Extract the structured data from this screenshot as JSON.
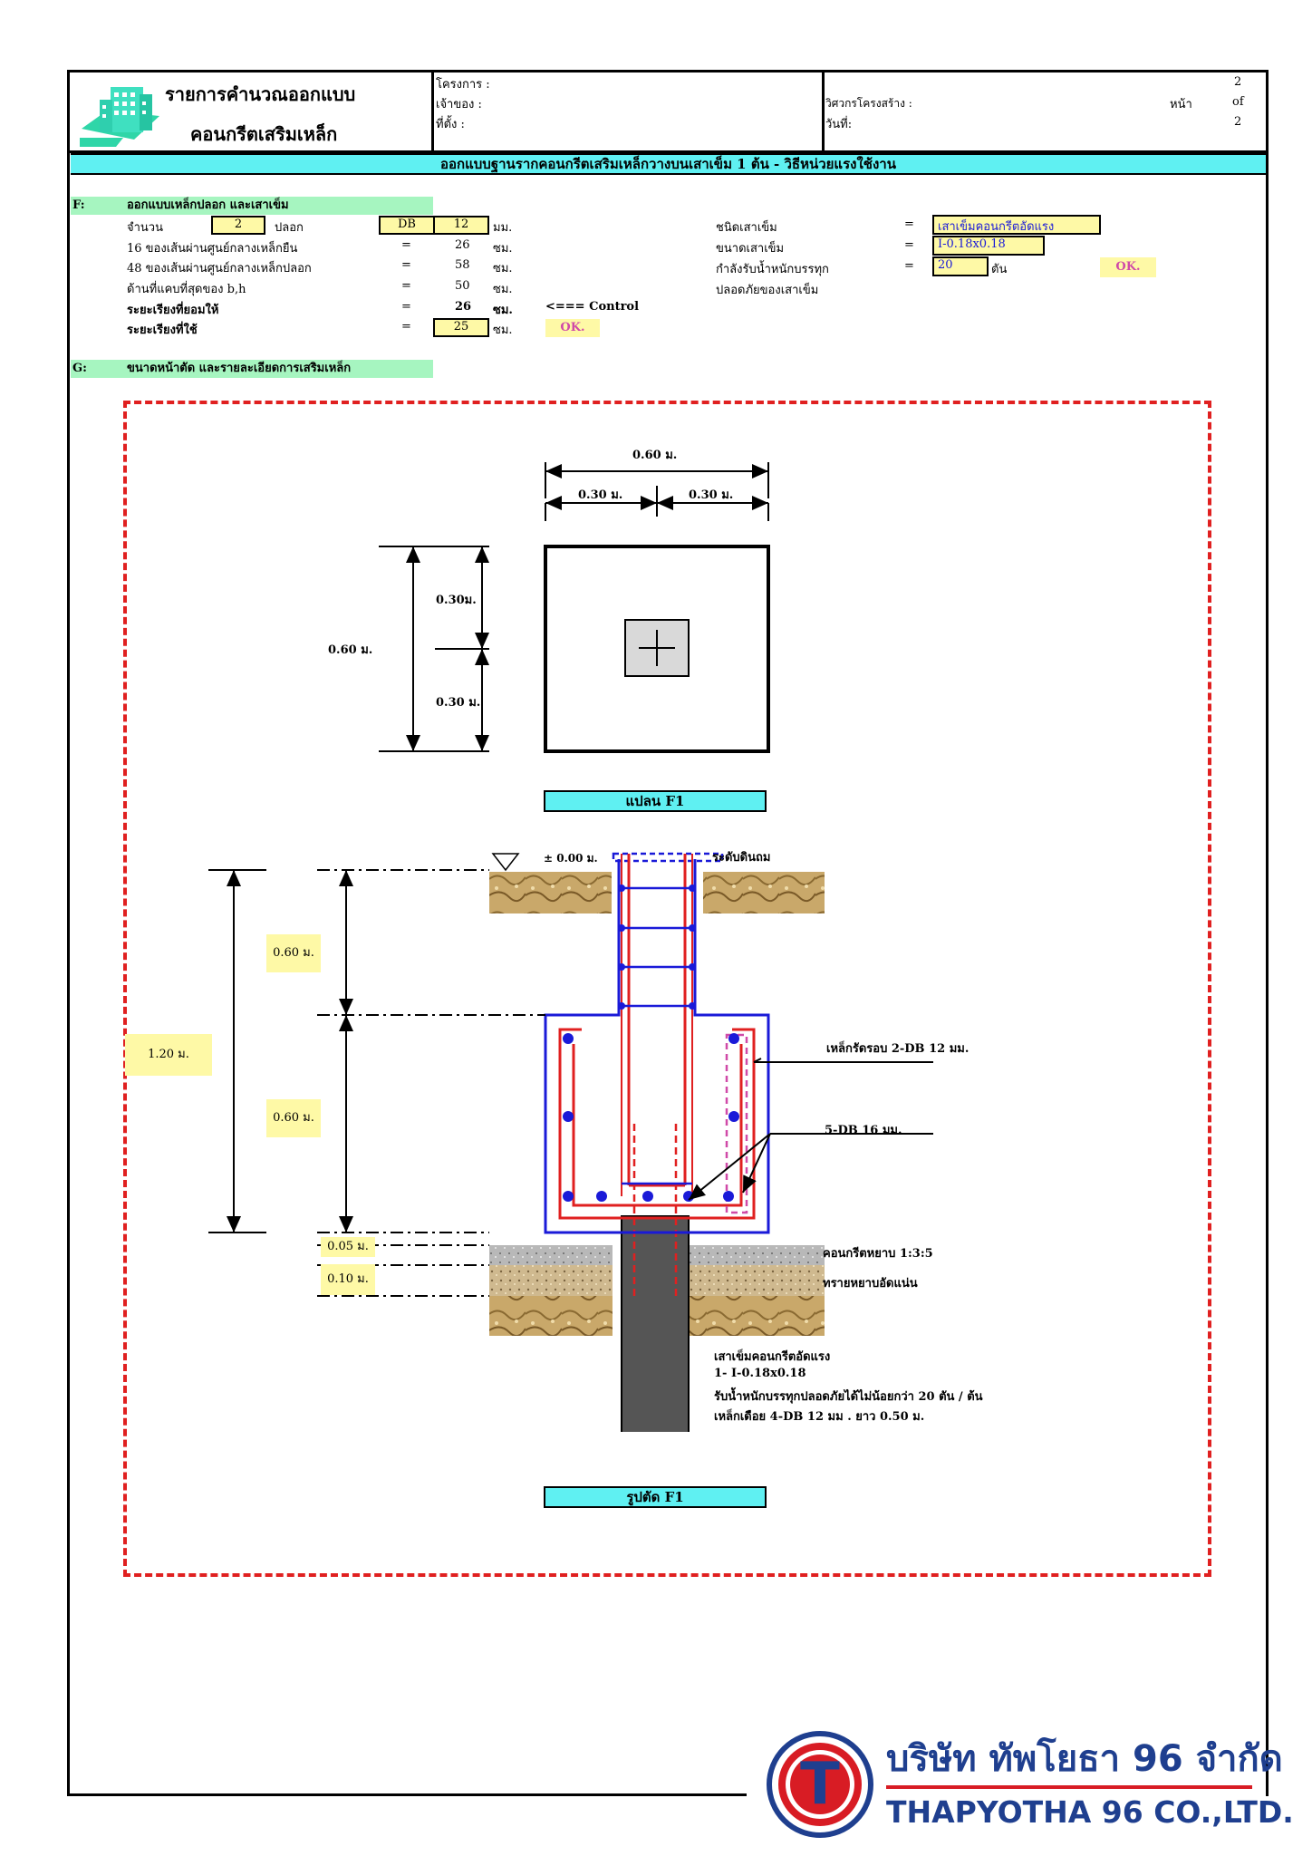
{
  "header": {
    "title_line1": "รายการคำนวณออกแบบ",
    "title_line2": "คอนกรีตเสริมเหล็ก",
    "project_label": "โครงการ :",
    "owner_label": "เจ้าของ :",
    "location_label": "ที่ตั้ง :",
    "engineer_label": "วิศวกรโครงสร้าง :",
    "date_label": "วันที่:",
    "page_label": "หน้า",
    "page_num": "2",
    "of_label": "of",
    "page_total": "2",
    "banner": "ออกแบบฐานรากคอนกรีตเสริมเหล็กวางบนเสาเข็ม 1 ต้น - วิธีหน่วยแรงใช้งาน"
  },
  "section_f": {
    "code": "F:",
    "title": "ออกแบบเหล็กปลอก และเสาเข็ม",
    "rows": {
      "qty_label": "จำนวน",
      "qty_value": "2",
      "stirrup_word": "ปลอก",
      "bar_type": "DB",
      "bar_size": "12",
      "bar_unit": "มม.",
      "r1_label": "16 ของเส้นผ่านศูนย์กลางเหล็กยืน",
      "r1_value": "26",
      "r2_label": "48 ของเส้นผ่านศูนย์กลางเหล็กปลอก",
      "r2_value": "58",
      "r3_label": "ด้านที่แคบที่สุดของ b,h",
      "r3_value": "50",
      "r4_label": "ระยะเรียงที่ยอมให้",
      "r4_value": "26",
      "r5_label": "ระยะเรียงที่ใช้",
      "r5_value": "25",
      "eq": "=",
      "cm": "ซม.",
      "control": "<=== Control",
      "ok": "OK."
    },
    "pile": {
      "type_label": "ชนิดเสาเข็ม",
      "type_value": "เสาเข็มคอนกรีตอัดแรง",
      "size_label": "ขนาดเสาเข็ม",
      "size_value": "I-0.18x0.18",
      "load_label": "กำลังรับน้ำหนักบรรทุก",
      "load_value": "20",
      "load_unit": "ตัน",
      "safe_label": "ปลอดภัยของเสาเข็ม",
      "ok": "OK."
    }
  },
  "section_g": {
    "code": "G:",
    "title": "ขนาดหน้าตัด และรายละเอียดการเสริมเหล็ก"
  },
  "plan": {
    "width_total": "0.60 ม.",
    "width_half_left": "0.30 ม.",
    "width_half_right": "0.30 ม.",
    "depth_total": "0.60 ม.",
    "depth_top": "0.30ม.",
    "depth_bottom": "0.30 ม.",
    "caption": "แปลน F1"
  },
  "section": {
    "ground_level": "± 0.00 ม.",
    "ground_label": "ระดับดินถม",
    "dim_upper": "0.60 ม.",
    "dim_lower": "0.60 ม.",
    "dim_total": "1.20 ม.",
    "dim_lean": "0.05 ม.",
    "dim_sand": "0.10 ม.",
    "tie_label": "เหล็กรัดรอบ 2-DB 12  มม.",
    "main_bar_label": "5-DB 16 มม.",
    "lean_label": "คอนกรีตหยาบ 1:3:5",
    "sand_label": "ทรายหยาบอัดแน่น",
    "pile_note1": "เสาเข็มคอนกรีตอัดแรง",
    "pile_note2": "1- I-0.18x0.18",
    "pile_note3": "รับน้ำหนักบรรทุกปลอดภัยได้ไม่น้อยกว่า 20 ตัน / ต้น",
    "pile_note4": "เหล็กเดือย 4-DB 12 มม . ยาว 0.50 ม.",
    "caption": "รูปตัด F1"
  },
  "company": {
    "logo_letter": "T",
    "name_th": "บริษัท ทัพโยธา 96 จำกัด",
    "name_en": "THAPYOTHA 96 CO.,LTD."
  },
  "colors": {
    "cyan": "#5ff0f2",
    "yellow": "#fef9a6",
    "green": "#a6f5c0",
    "red_border": "#e02020",
    "rebar_blue": "#1a1ad8",
    "rebar_red": "#e02020",
    "brand_blue": "#1f3f8f",
    "brand_red": "#d81c24"
  }
}
